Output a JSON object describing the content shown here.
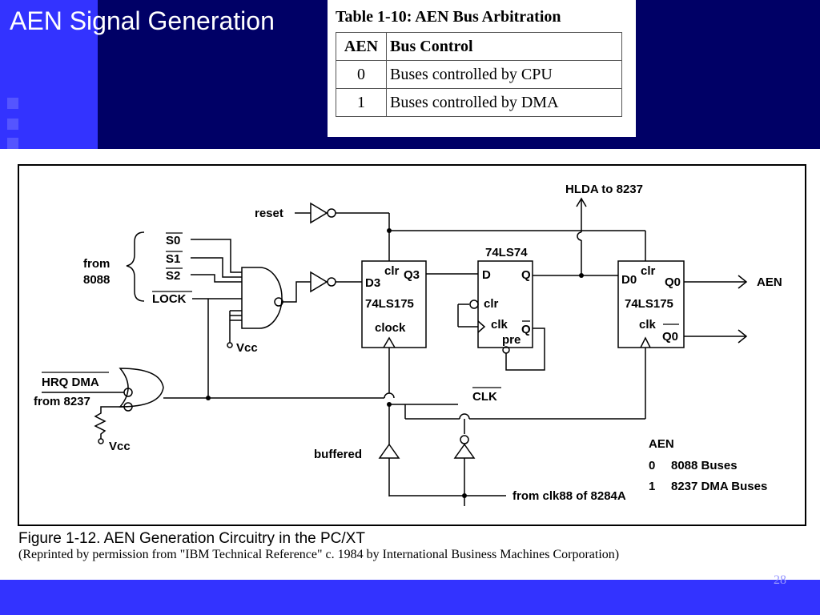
{
  "slide": {
    "title": "AEN Signal Generation",
    "page_number": "28",
    "colors": {
      "header_bg": "#000066",
      "accent_blue": "#3333ff",
      "page_number": "#9999ff"
    }
  },
  "table": {
    "title": "Table 1-10: AEN Bus Arbitration",
    "headers": [
      "AEN",
      "Bus Control"
    ],
    "rows": [
      [
        "0",
        "Buses controlled by CPU"
      ],
      [
        "1",
        "Buses controlled by DMA"
      ]
    ]
  },
  "diagram": {
    "labels": {
      "hlda": "HLDA to 8237",
      "reset": "reset",
      "s0": "S0",
      "s1": "S1",
      "s2": "S2",
      "lock": "LOCK",
      "from_8088_line1": "from",
      "from_8088_line2": "8088",
      "vcc": "Vcc",
      "hrq_dma": "HRQ DMA",
      "from_8237": "from 8237",
      "vcc2": "Vcc",
      "u1_clr": "clr",
      "u1_d3": "D3",
      "u1_q3": "Q3",
      "u1_part": "74LS175",
      "u1_clock": "clock",
      "u2_part": "74LS74",
      "u2_d": "D",
      "u2_q": "Q",
      "u2_clr": "clr",
      "u2_clk": "clk",
      "u2_qbar": "Q",
      "u2_pre": "pre",
      "u3_clr": "clr",
      "u3_d0": "D0",
      "u3_q0": "Q0",
      "u3_part": "74LS175",
      "u3_clk": "clk",
      "u3_q0bar": "Q0",
      "aen": "AEN",
      "clk": "CLK",
      "buffered": "buffered",
      "from_clk88": "from clk88 of 8284A",
      "legend_title": "AEN",
      "legend_0_key": "0",
      "legend_0_value": "8088 Buses",
      "legend_1_key": "1",
      "legend_1_value": "8237 DMA Buses"
    }
  },
  "caption": {
    "line1": "Figure 1-12. AEN Generation Circuitry in the PC/XT",
    "line2": "(Reprinted by permission from \"IBM Technical Reference\" c. 1984 by International Business Machines Corporation)"
  }
}
